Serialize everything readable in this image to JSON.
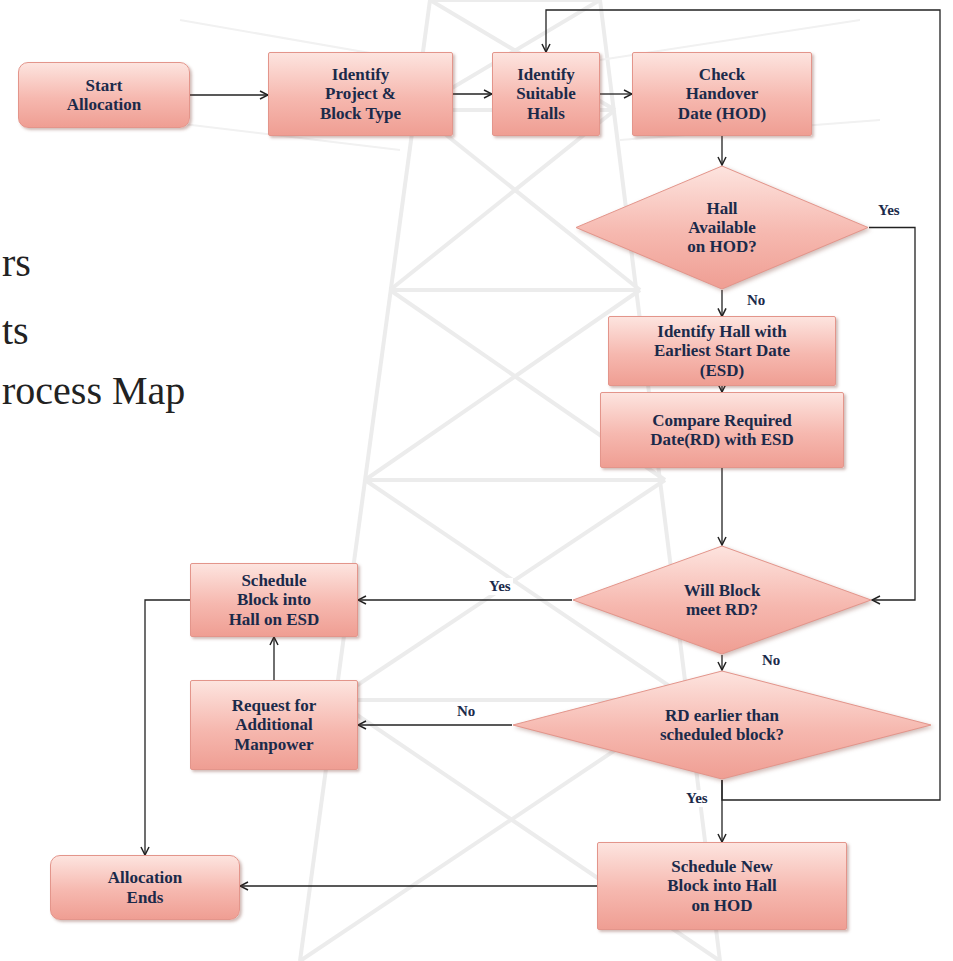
{
  "diagram": {
    "nodes": [
      {
        "text": [
          "Start Allocation"
        ]
      },
      {
        "text": [
          "Identify Project & Block Type"
        ]
      },
      {
        "text": [
          "Identify Suitable Halls"
        ]
      },
      {
        "text": [
          "Check Handover Date (HOD)"
        ]
      },
      {
        "text": [
          "Hall Available on HOD?"
        ]
      },
      {
        "text": [
          "Identify Hall with Earliest Start Date (ESD)"
        ]
      },
      {
        "text": [
          "Compare Required Date(RD) with ESD"
        ]
      },
      {
        "text": [
          "Will Block meet RD?"
        ]
      },
      {
        "text": [
          "Schedule Block into Hall on ESD"
        ]
      },
      {
        "text": [
          "Request for Additional Manpower"
        ]
      },
      {
        "text": [
          "RD earlier than scheduled block?"
        ]
      },
      {
        "text": [
          "Allocation Ends"
        ]
      },
      {
        "text": [
          "Schedule New Block into Hall on HOD"
        ]
      }
    ],
    "edges": [
      {
        "from": 0,
        "to": 1,
        "arrow": "to"
      },
      {
        "from": 1,
        "to": 2,
        "arrow": "to"
      },
      {
        "from": 2,
        "to": 3,
        "arrow": "to"
      },
      {
        "from": 3,
        "to": 4,
        "arrow": "to"
      },
      {
        "from": 4,
        "to": 5,
        "label": "No",
        "arrow": "to"
      },
      {
        "from": 4,
        "to": 7,
        "label": "Yes",
        "arrow": "to"
      },
      {
        "from": 5,
        "to": 6,
        "arrow": "to"
      },
      {
        "from": 6,
        "to": 7,
        "arrow": "to"
      },
      {
        "from": 7,
        "to": 8,
        "label": "Yes",
        "arrow": "to"
      },
      {
        "from": 7,
        "to": 10,
        "label": "No",
        "arrow": "to"
      },
      {
        "from": 10,
        "to": 9,
        "label": "No",
        "arrow": "to"
      },
      {
        "from": 9,
        "to": 8,
        "arrow": "to"
      },
      {
        "from": 8,
        "to": 11,
        "arrow": "to"
      },
      {
        "from": 10,
        "to": 12,
        "label": "Yes",
        "arrow": "to"
      },
      {
        "from": 12,
        "to": 11,
        "arrow": "to"
      },
      {
        "from": 10,
        "to": 2,
        "arrow": "to"
      }
    ],
    "labels": [
      "rs",
      "ts",
      "rocess Map"
    ]
  }
}
